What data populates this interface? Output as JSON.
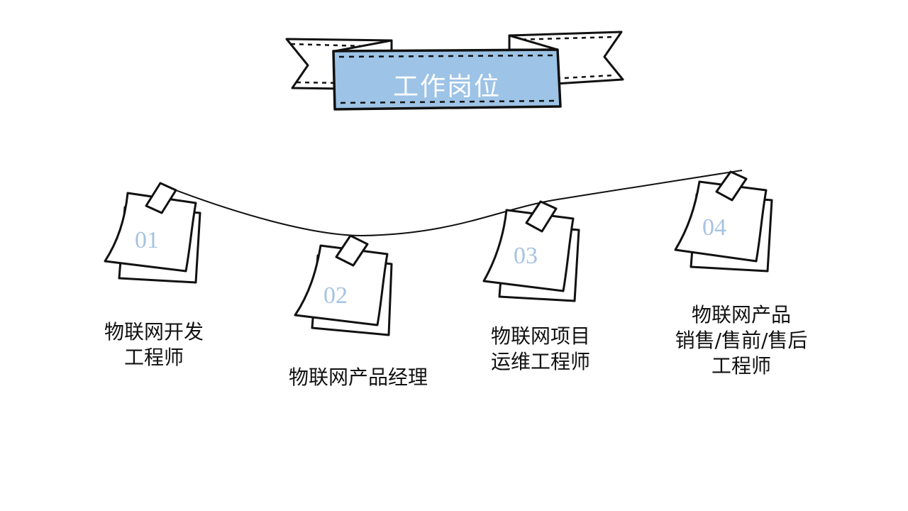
{
  "banner": {
    "title": "工作岗位",
    "fill_color": "#9dc3e6",
    "stroke_color": "#111111"
  },
  "cards": [
    {
      "number": "01",
      "title_lines": [
        "物联网开发",
        "工程师"
      ]
    },
    {
      "number": "02",
      "title_lines": [
        "物联网产品经理"
      ]
    },
    {
      "number": "03",
      "title_lines": [
        "物联网项目",
        "运维工程师"
      ]
    },
    {
      "number": "04",
      "title_lines": [
        "物联网产品",
        "销售/售前/售后",
        "工程师"
      ]
    }
  ],
  "colors": {
    "number_color": "#a6c3e2",
    "line_color": "#111111"
  }
}
